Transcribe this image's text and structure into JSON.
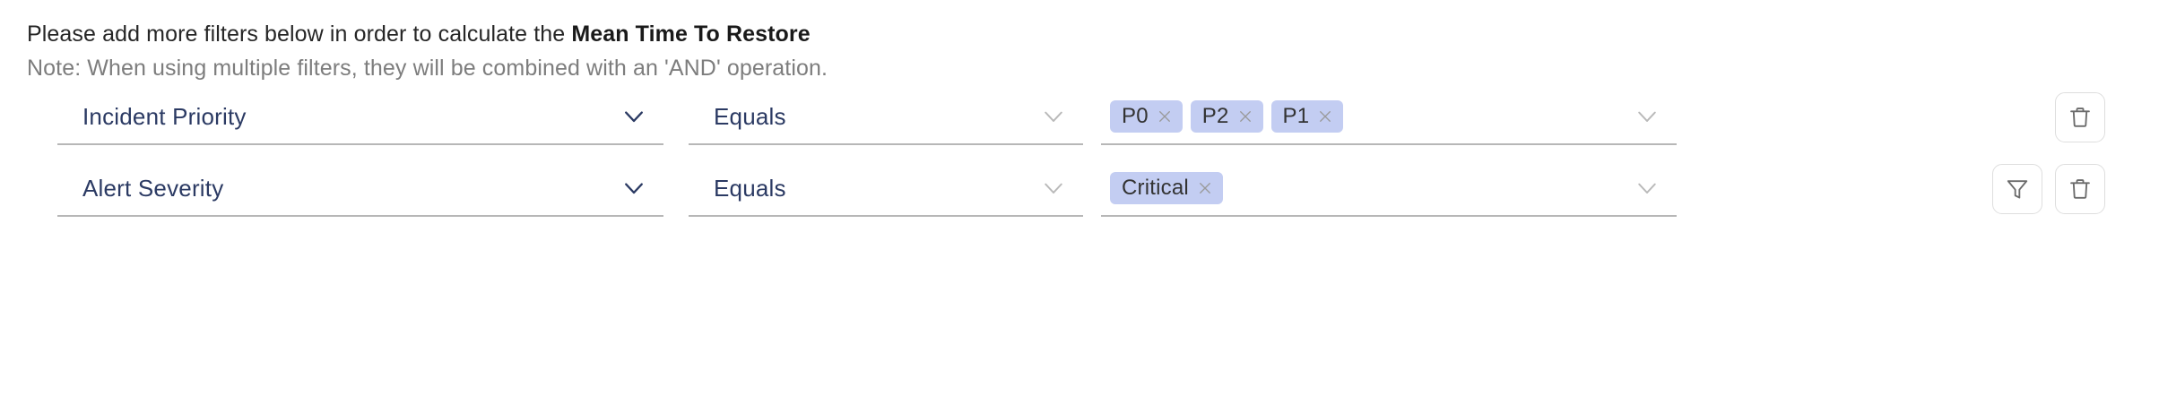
{
  "heading": {
    "text_normal": "Please add more filters below in order to calculate the ",
    "text_bold": "Mean Time To Restore"
  },
  "note": {
    "text": "Note: When using multiple filters, they will be combined with an 'AND' operation."
  },
  "colors": {
    "chip_background": "#c3cdf2",
    "field_text": "#2b3a63",
    "field_underline": "#b7b7b7",
    "note_text": "#7d7d7d",
    "heading_text": "#262626",
    "icon_outline": "#dedede",
    "icon_stroke": "#6b6b6b"
  },
  "filters": [
    {
      "attribute": "Incident Priority",
      "attribute_chevron": "chevron-down-icon",
      "operator": "Equals",
      "operator_chevron": "chevron-down-icon",
      "values": [
        {
          "label": "P0",
          "remove_icon": "close-icon"
        },
        {
          "label": "P2",
          "remove_icon": "close-icon"
        },
        {
          "label": "P1",
          "remove_icon": "close-icon"
        }
      ],
      "value_chevron": "chevron-down-icon",
      "actions": [
        {
          "icon": "trash-icon",
          "name": "delete-filter-button"
        }
      ]
    },
    {
      "attribute": "Alert Severity",
      "attribute_chevron": "chevron-down-icon",
      "operator": "Equals",
      "operator_chevron": "chevron-down-icon",
      "values": [
        {
          "label": "Critical",
          "remove_icon": "close-icon"
        }
      ],
      "value_chevron": "chevron-down-icon",
      "actions": [
        {
          "icon": "funnel-icon",
          "name": "add-filter-button"
        },
        {
          "icon": "trash-icon",
          "name": "delete-filter-button"
        }
      ]
    }
  ]
}
